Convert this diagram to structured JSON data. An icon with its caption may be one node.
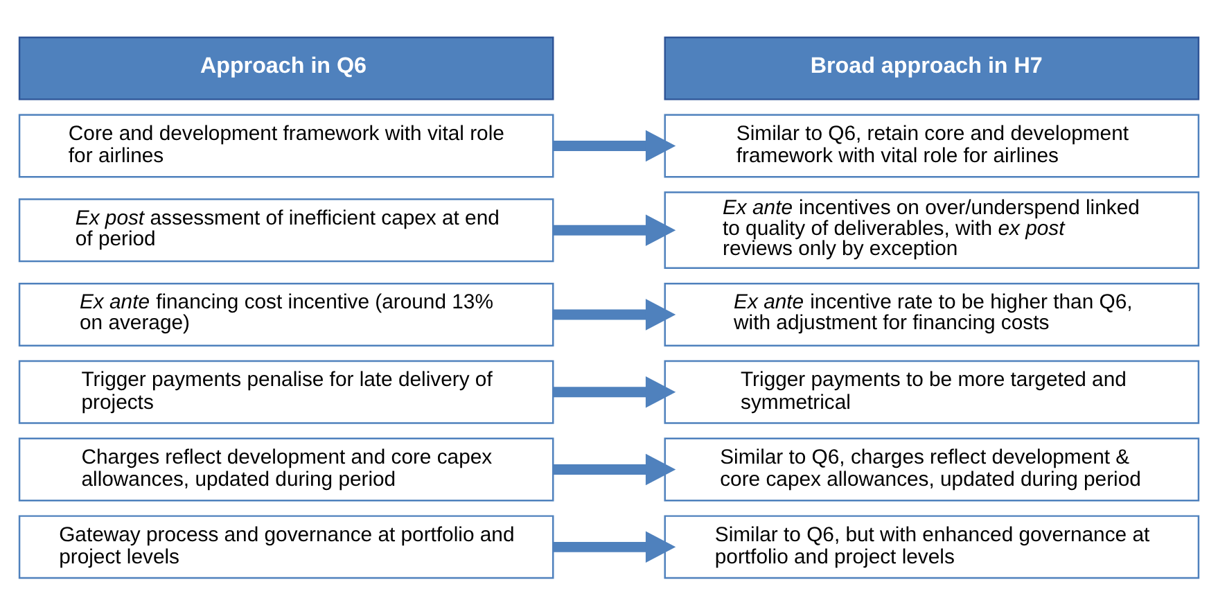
{
  "diagram": {
    "nodes": [
      {
        "text": [
          "Approach in Q6"
        ]
      },
      {
        "text": [
          "Broad approach in H7"
        ]
      },
      {
        "text": [
          "Core and development framework with vital role for airlines"
        ]
      },
      {
        "text": [
          "Similar to Q6, retain core and development framework with vital role for airlines"
        ]
      },
      {
        "text": [
          "*Ex post* assessment of inefficient capex at end of period"
        ]
      },
      {
        "text": [
          "*Ex ante* incentives on over/underspend linked to quality of deliverables, with *ex post* reviews only by exception"
        ]
      },
      {
        "text": [
          "*Ex ante* financing cost incentive (around 13% on average)"
        ]
      },
      {
        "text": [
          "*Ex ante* incentive rate to be higher than Q6, with adjustment for financing costs"
        ]
      },
      {
        "text": [
          "Trigger payments penalise for late delivery of projects"
        ]
      },
      {
        "text": [
          "Trigger payments to be more targeted and symmetrical"
        ]
      },
      {
        "text": [
          "Charges reflect development and core capex allowances, updated during period"
        ]
      },
      {
        "text": [
          "Similar to Q6, charges reflect development & core capex allowances, updated during period"
        ]
      },
      {
        "text": [
          "Gateway process and governance at portfolio and project levels"
        ]
      },
      {
        "text": [
          "Similar to Q6, but with enhanced governance at portfolio and project levels"
        ]
      }
    ],
    "edges": [
      {
        "from": 2,
        "to": 3,
        "arrow": "to"
      },
      {
        "from": 4,
        "to": 5,
        "arrow": "to"
      },
      {
        "from": 6,
        "to": 7,
        "arrow": "to"
      },
      {
        "from": 8,
        "to": 9,
        "arrow": "to"
      },
      {
        "from": 10,
        "to": 11,
        "arrow": "to"
      },
      {
        "from": 12,
        "to": 13,
        "arrow": "to"
      }
    ]
  }
}
